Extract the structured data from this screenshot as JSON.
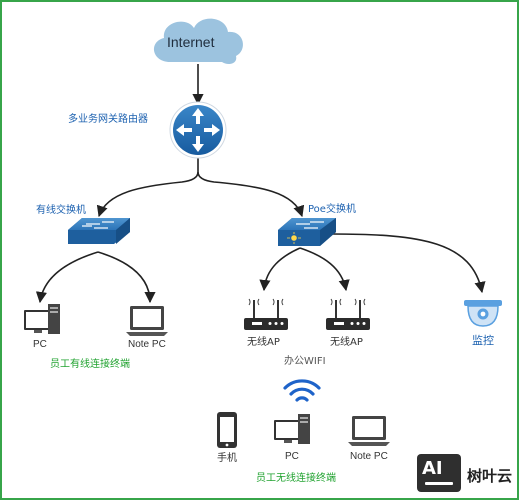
{
  "nodes": {
    "internet": "Internet",
    "router": "多业务网关路由器",
    "wired_switch": "有线交换机",
    "poe_switch": "Poe交换机",
    "wired_pc": "PC",
    "wired_note_pc": "Note PC",
    "ap1": "无线AP",
    "ap2": "无线AP",
    "camera": "监控",
    "wifi": "办公WIFI",
    "phone": "手机",
    "wireless_pc": "PC",
    "wireless_note_pc": "Note PC"
  },
  "groups": {
    "wired_terminals": "员工有线连接终端",
    "wireless_terminals": "员工无线连接终端"
  },
  "watermark": {
    "logo_text": "AI",
    "brand": "树叶云"
  },
  "colors": {
    "border": "#37a54a",
    "device_blue": "#1e63a8",
    "cloud": "#9cc3df",
    "label_blue": "#1c61b0",
    "group_green": "#21a330"
  }
}
